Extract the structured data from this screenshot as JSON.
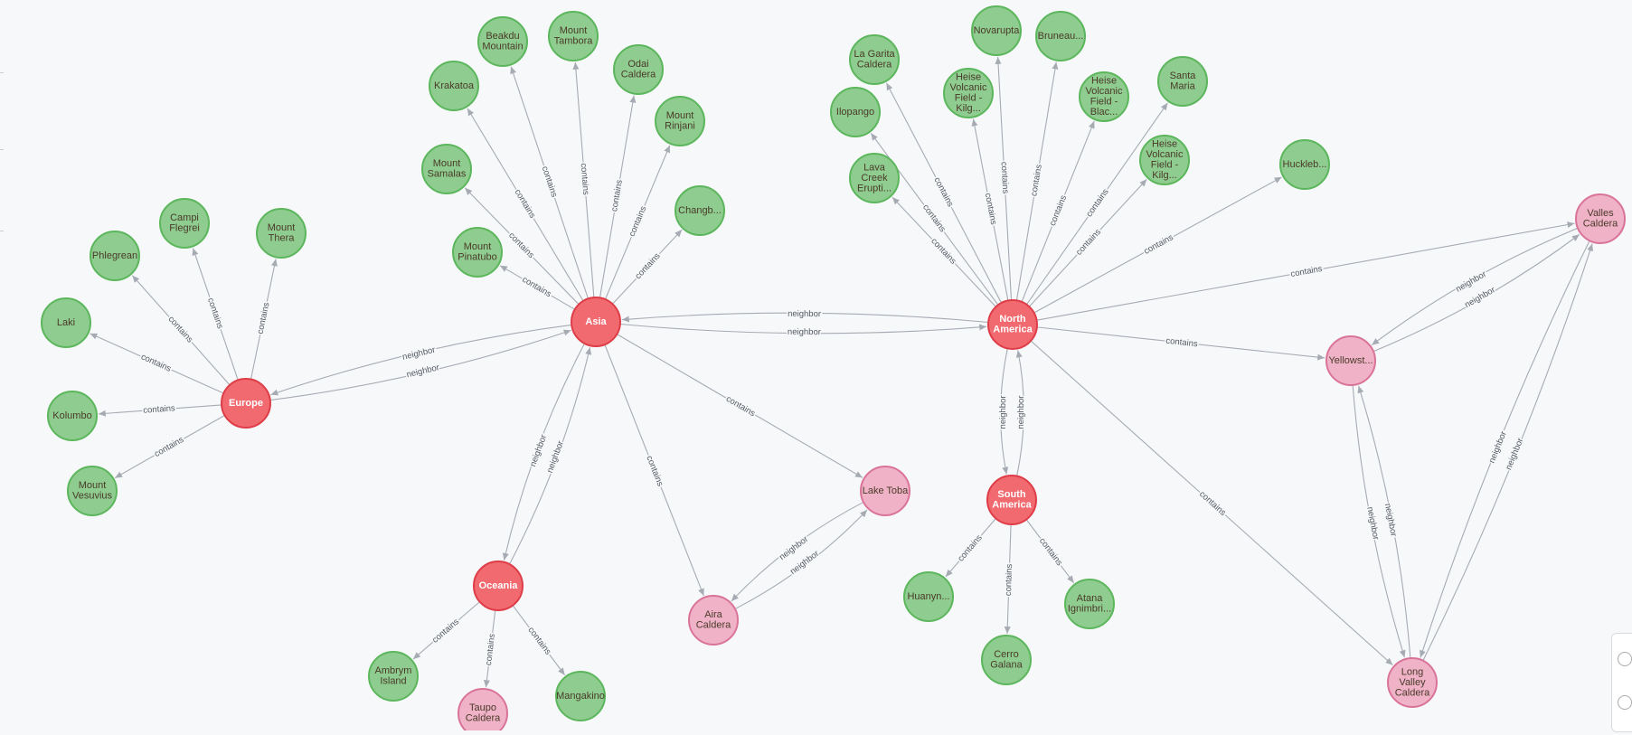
{
  "colors": {
    "region_fill": "#f16a70",
    "region_stroke": "#de3d47",
    "volcano_fill": "#8fcc8f",
    "volcano_stroke": "#5cb65c",
    "highlight_fill": "#efb2c6",
    "highlight_stroke": "#da7398",
    "edge": "#a6abb3",
    "background": "#f6f8fa"
  },
  "nodes": [
    {
      "id": "europe",
      "type": "region",
      "lines": [
        "Europe"
      ]
    },
    {
      "id": "asia",
      "type": "region",
      "lines": [
        "Asia"
      ]
    },
    {
      "id": "namerica",
      "type": "region",
      "lines": [
        "North",
        "America"
      ]
    },
    {
      "id": "samerica",
      "type": "region",
      "lines": [
        "South",
        "America"
      ]
    },
    {
      "id": "oceania",
      "type": "region",
      "lines": [
        "Oceania"
      ]
    },
    {
      "id": "phlegrean",
      "type": "volcano",
      "lines": [
        "Phlegrean"
      ]
    },
    {
      "id": "campi",
      "type": "volcano",
      "lines": [
        "Campi",
        "Flegrei"
      ]
    },
    {
      "id": "thera",
      "type": "volcano",
      "lines": [
        "Mount",
        "Thera"
      ]
    },
    {
      "id": "laki",
      "type": "volcano",
      "lines": [
        "Laki"
      ]
    },
    {
      "id": "kolumbo",
      "type": "volcano",
      "lines": [
        "Kolumbo"
      ]
    },
    {
      "id": "vesuvius",
      "type": "volcano",
      "lines": [
        "Mount",
        "Vesuvius"
      ]
    },
    {
      "id": "beakdu",
      "type": "volcano",
      "lines": [
        "Beakdu",
        "Mountain"
      ]
    },
    {
      "id": "tambora",
      "type": "volcano",
      "lines": [
        "Mount",
        "Tambora"
      ]
    },
    {
      "id": "odai",
      "type": "volcano",
      "lines": [
        "Odai",
        "Caldera"
      ]
    },
    {
      "id": "krakatoa",
      "type": "volcano",
      "lines": [
        "Krakatoa"
      ]
    },
    {
      "id": "rinjani",
      "type": "volcano",
      "lines": [
        "Mount",
        "Rinjani"
      ]
    },
    {
      "id": "samalas",
      "type": "volcano",
      "lines": [
        "Mount",
        "Samalas"
      ]
    },
    {
      "id": "changb",
      "type": "volcano",
      "lines": [
        "Changb..."
      ]
    },
    {
      "id": "pinatubo",
      "type": "volcano",
      "lines": [
        "Mount",
        "Pinatubo"
      ]
    },
    {
      "id": "novarupta",
      "type": "volcano",
      "lines": [
        "Novarupta"
      ]
    },
    {
      "id": "bruneau",
      "type": "volcano",
      "lines": [
        "Bruneau..."
      ]
    },
    {
      "id": "lagarita",
      "type": "volcano",
      "lines": [
        "La Garita",
        "Caldera"
      ]
    },
    {
      "id": "heise1",
      "type": "volcano",
      "lines": [
        "Heise",
        "Volcanic",
        "Field -",
        "Kilg..."
      ]
    },
    {
      "id": "heise2",
      "type": "volcano",
      "lines": [
        "Heise",
        "Volcanic",
        "Field -",
        "Blac..."
      ]
    },
    {
      "id": "santamaria",
      "type": "volcano",
      "lines": [
        "Santa",
        "Maria"
      ]
    },
    {
      "id": "ilopango",
      "type": "volcano",
      "lines": [
        "Ilopango"
      ]
    },
    {
      "id": "heise3",
      "type": "volcano",
      "lines": [
        "Heise",
        "Volcanic",
        "Field -",
        "Kilg..."
      ]
    },
    {
      "id": "lavacreek",
      "type": "volcano",
      "lines": [
        "Lava",
        "Creek",
        "Erupti..."
      ]
    },
    {
      "id": "huckleb",
      "type": "volcano",
      "lines": [
        "Huckleb..."
      ]
    },
    {
      "id": "valles",
      "type": "highlight",
      "lines": [
        "Valles",
        "Caldera"
      ]
    },
    {
      "id": "yellowstone",
      "type": "highlight",
      "lines": [
        "Yellowst..."
      ]
    },
    {
      "id": "longvalley",
      "type": "highlight",
      "lines": [
        "Long",
        "Valley",
        "Caldera"
      ]
    },
    {
      "id": "laketoba",
      "type": "highlight",
      "lines": [
        "Lake Toba"
      ]
    },
    {
      "id": "aira",
      "type": "highlight",
      "lines": [
        "Aira",
        "Caldera"
      ]
    },
    {
      "id": "taupo",
      "type": "highlight",
      "lines": [
        "Taupo",
        "Caldera"
      ]
    },
    {
      "id": "huanyn",
      "type": "volcano",
      "lines": [
        "Huanyn..."
      ]
    },
    {
      "id": "cerrogalana",
      "type": "volcano",
      "lines": [
        "Cerro",
        "Galana"
      ]
    },
    {
      "id": "atana",
      "type": "volcano",
      "lines": [
        "Atana",
        "Ignimbri..."
      ]
    },
    {
      "id": "ambrym",
      "type": "volcano",
      "lines": [
        "Ambrym",
        "Island"
      ]
    },
    {
      "id": "mangakino",
      "type": "volcano",
      "lines": [
        "Mangakino"
      ]
    }
  ],
  "edges": [
    {
      "from": "europe",
      "to": "phlegrean",
      "label": "contains"
    },
    {
      "from": "europe",
      "to": "campi",
      "label": "contains"
    },
    {
      "from": "europe",
      "to": "thera",
      "label": "contains"
    },
    {
      "from": "europe",
      "to": "laki",
      "label": "contains"
    },
    {
      "from": "europe",
      "to": "kolumbo",
      "label": "contains"
    },
    {
      "from": "europe",
      "to": "vesuvius",
      "label": "contains"
    },
    {
      "from": "europe",
      "to": "asia",
      "label": "neighbor",
      "curve": 20
    },
    {
      "from": "asia",
      "to": "europe",
      "label": "neighbor",
      "curve": 20
    },
    {
      "from": "asia",
      "to": "beakdu",
      "label": "contains"
    },
    {
      "from": "asia",
      "to": "tambora",
      "label": "contains"
    },
    {
      "from": "asia",
      "to": "odai",
      "label": "contains"
    },
    {
      "from": "asia",
      "to": "krakatoa",
      "label": "contains"
    },
    {
      "from": "asia",
      "to": "rinjani",
      "label": "contains"
    },
    {
      "from": "asia",
      "to": "samalas",
      "label": "contains"
    },
    {
      "from": "asia",
      "to": "changb",
      "label": "contains"
    },
    {
      "from": "asia",
      "to": "pinatubo",
      "label": "contains"
    },
    {
      "from": "asia",
      "to": "laketoba",
      "label": "contains"
    },
    {
      "from": "asia",
      "to": "aira",
      "label": "contains"
    },
    {
      "from": "asia",
      "to": "oceania",
      "label": "neighbor",
      "curve": 20
    },
    {
      "from": "oceania",
      "to": "asia",
      "label": "neighbor",
      "curve": 20
    },
    {
      "from": "asia",
      "to": "namerica",
      "label": "neighbor",
      "curve": 20
    },
    {
      "from": "namerica",
      "to": "asia",
      "label": "neighbor",
      "curve": 20
    },
    {
      "from": "laketoba",
      "to": "aira",
      "label": "neighbor",
      "curve": 20
    },
    {
      "from": "aira",
      "to": "laketoba",
      "label": "neighbor",
      "curve": 20
    },
    {
      "from": "oceania",
      "to": "ambrym",
      "label": "contains"
    },
    {
      "from": "oceania",
      "to": "taupo",
      "label": "contains"
    },
    {
      "from": "oceania",
      "to": "mangakino",
      "label": "contains"
    },
    {
      "from": "namerica",
      "to": "novarupta",
      "label": "contains"
    },
    {
      "from": "namerica",
      "to": "bruneau",
      "label": "contains"
    },
    {
      "from": "namerica",
      "to": "lagarita",
      "label": "contains"
    },
    {
      "from": "namerica",
      "to": "heise1",
      "label": "contains"
    },
    {
      "from": "namerica",
      "to": "heise2",
      "label": "contains"
    },
    {
      "from": "namerica",
      "to": "santamaria",
      "label": "contains"
    },
    {
      "from": "namerica",
      "to": "ilopango",
      "label": "contains"
    },
    {
      "from": "namerica",
      "to": "heise3",
      "label": "contains"
    },
    {
      "from": "namerica",
      "to": "lavacreek",
      "label": "contains"
    },
    {
      "from": "namerica",
      "to": "huckleb",
      "label": "contains"
    },
    {
      "from": "namerica",
      "to": "valles",
      "label": "contains"
    },
    {
      "from": "namerica",
      "to": "yellowstone",
      "label": "contains"
    },
    {
      "from": "namerica",
      "to": "longvalley",
      "label": "contains"
    },
    {
      "from": "namerica",
      "to": "samerica",
      "label": "neighbor",
      "curve": 20
    },
    {
      "from": "samerica",
      "to": "namerica",
      "label": "neighbor",
      "curve": 20
    },
    {
      "from": "samerica",
      "to": "huanyn",
      "label": "contains"
    },
    {
      "from": "samerica",
      "to": "cerrogalana",
      "label": "contains"
    },
    {
      "from": "samerica",
      "to": "atana",
      "label": "contains"
    },
    {
      "from": "yellowstone",
      "to": "valles",
      "label": "neighbor",
      "curve": 20
    },
    {
      "from": "valles",
      "to": "yellowstone",
      "label": "neighbor",
      "curve": 20
    },
    {
      "from": "yellowstone",
      "to": "longvalley",
      "label": "neighbor",
      "curve": 20
    },
    {
      "from": "longvalley",
      "to": "yellowstone",
      "label": "neighbor",
      "curve": 20
    },
    {
      "from": "valles",
      "to": "longvalley",
      "label": "neighbor",
      "curve": 20
    },
    {
      "from": "longvalley",
      "to": "valles",
      "label": "neighbor",
      "curve": 20
    }
  ]
}
